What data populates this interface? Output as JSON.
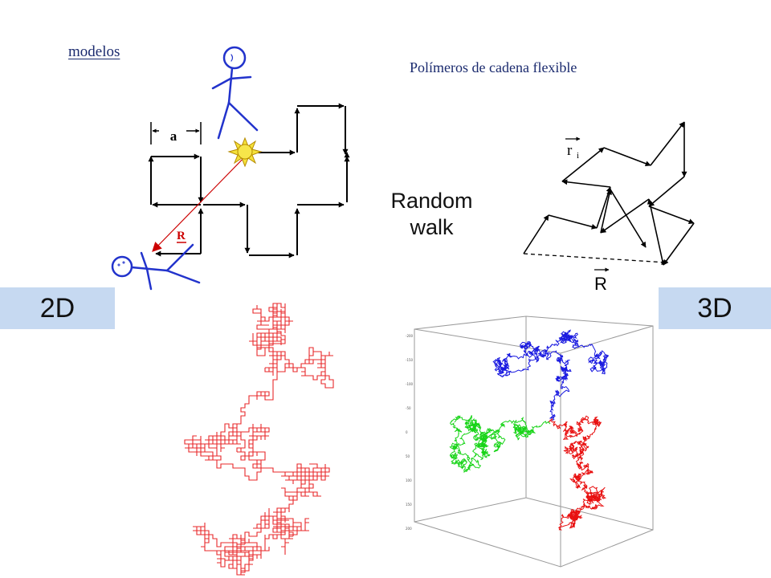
{
  "header": {
    "modelos": "modelos",
    "polimeros": "Polímeros de cadena flexible"
  },
  "lattice_diagram": {
    "spacing_label": "a",
    "end_to_end_label": "R"
  },
  "random_walk": {
    "label": "Random\nwalk",
    "bond_vector_label": "r",
    "bond_vector_subscript": "i",
    "end_to_end_label": "R"
  },
  "dimension_labels": {
    "two_d": "2D",
    "three_d": "3D"
  },
  "colors": {
    "walk_2d": "#e8282a",
    "walk_3d_blue": "#1a1ae0",
    "walk_3d_green": "#18d418",
    "walk_3d_red": "#e81010",
    "stick_figure": "#2233cc",
    "label_box": "#c6d9f1",
    "sun": "#f5e23a"
  },
  "plot_3d_ticks": [
    "-200",
    "-150",
    "-100",
    "-50",
    "0",
    "50",
    "100",
    "150",
    "200"
  ]
}
